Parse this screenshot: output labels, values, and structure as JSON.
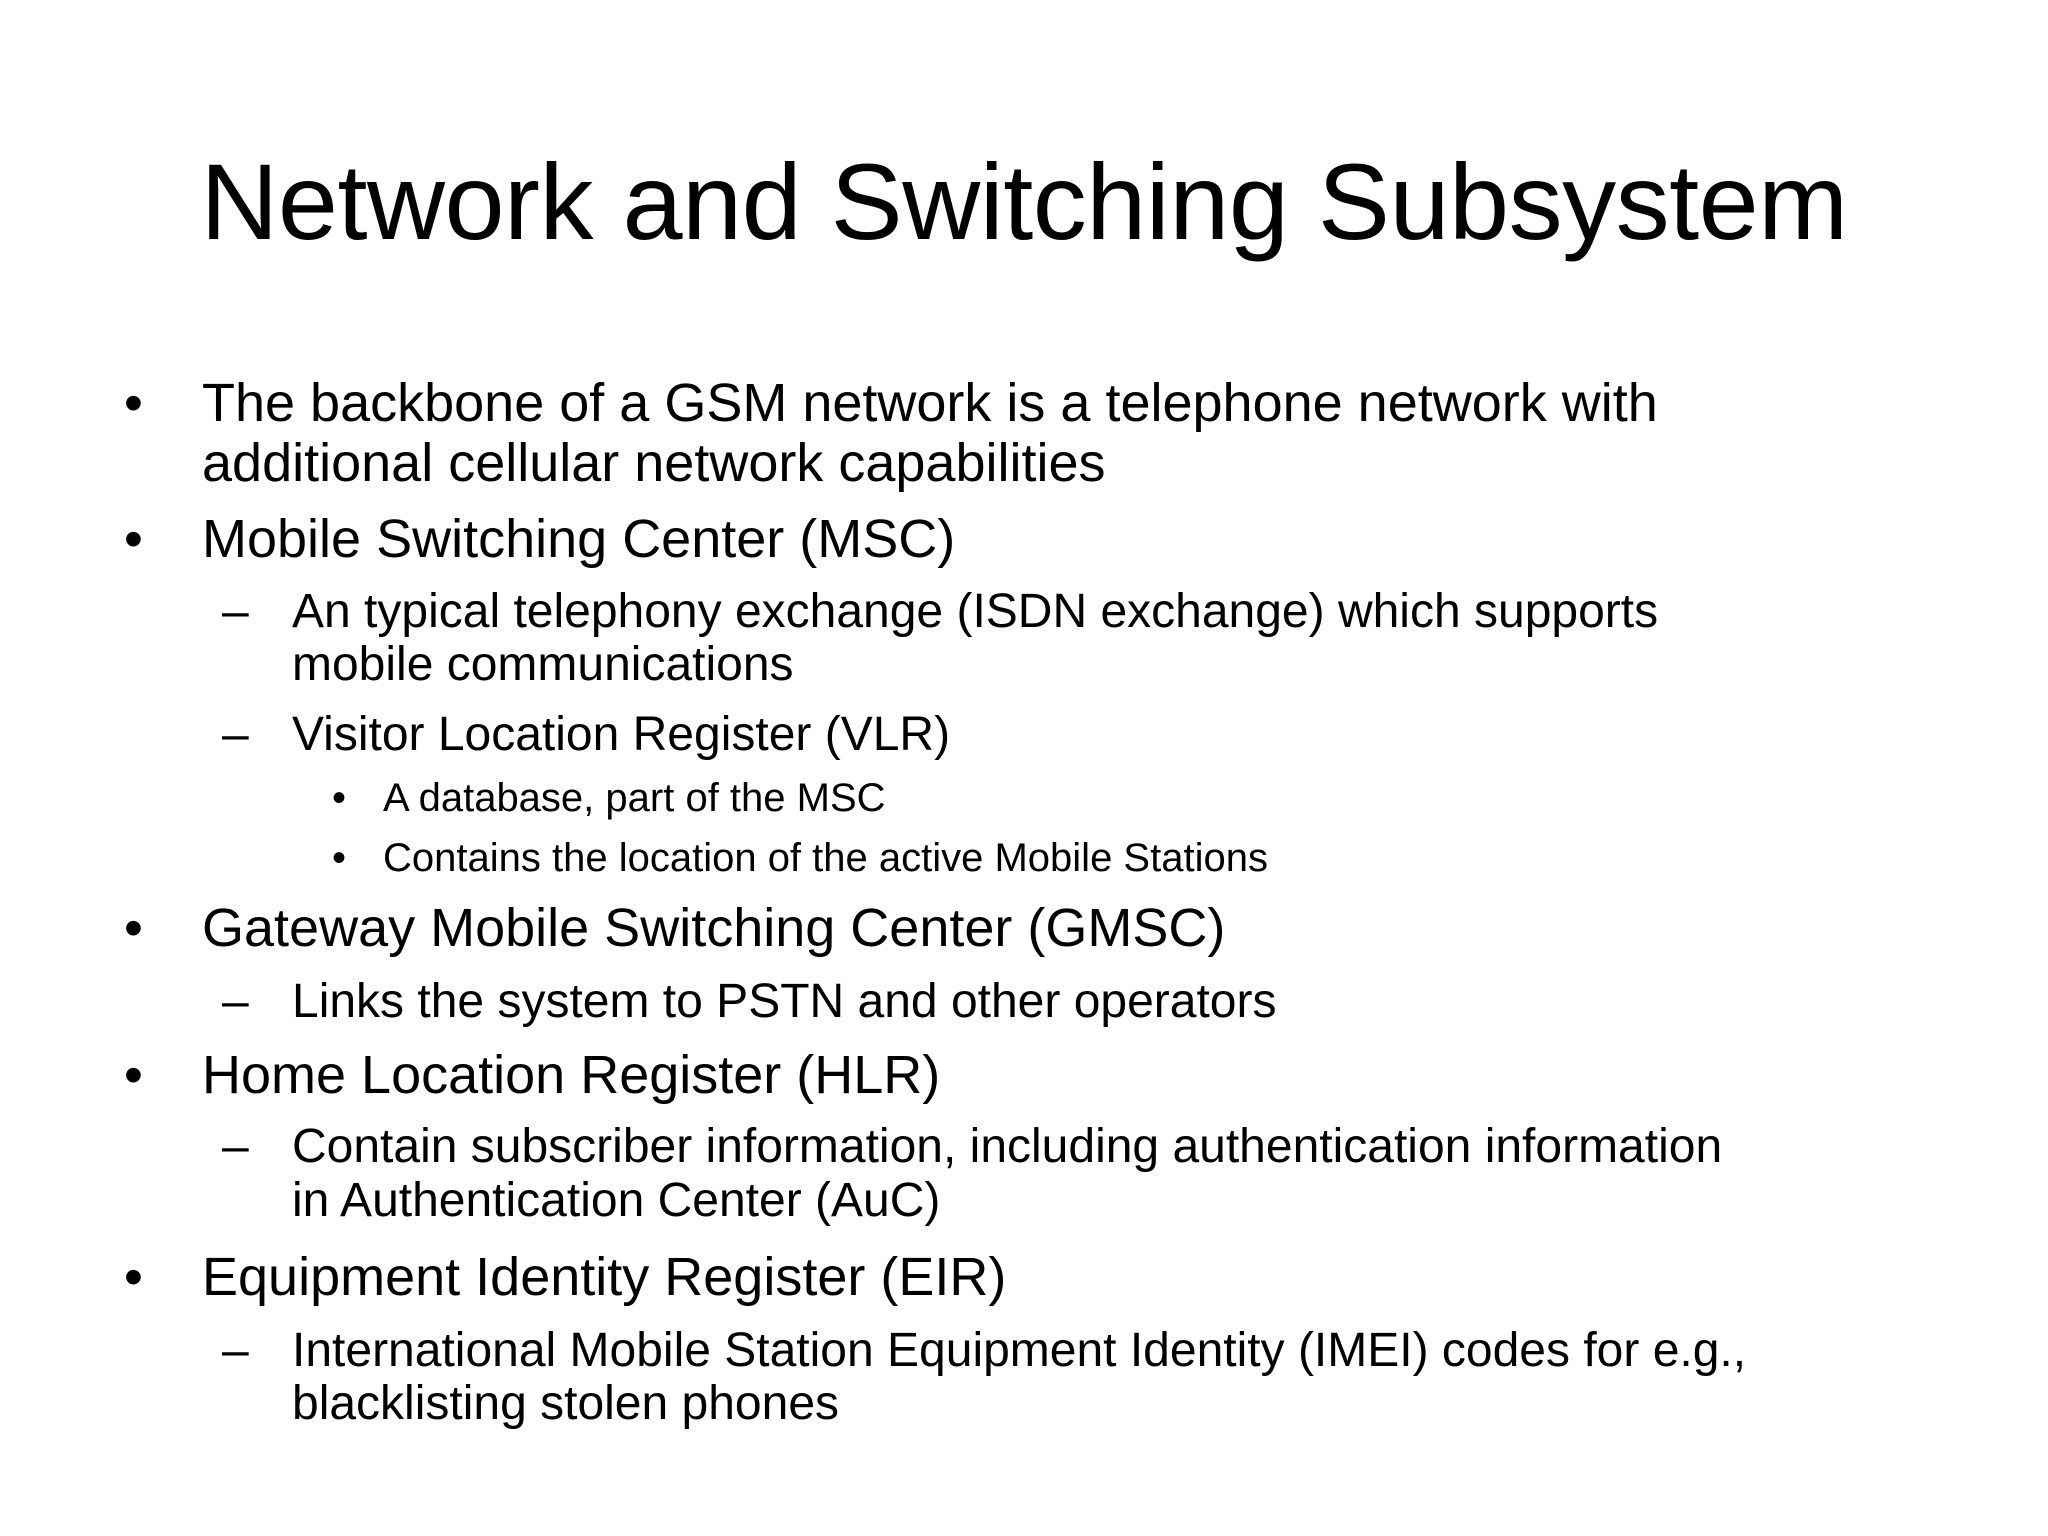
{
  "slide": {
    "title": "Network and Switching Subsystem",
    "bullet_glyph": "•",
    "dash_glyph": "–",
    "lines": {
      "b1_l1": "The backbone of a GSM network is a telephone network with",
      "b1_l2": "additional cellular network capabilities",
      "b2": "Mobile Switching Center (MSC)",
      "b2_s1_l1": "An typical telephony exchange (ISDN exchange) which supports",
      "b2_s1_l2": "mobile communications",
      "b2_s2": "Visitor Location Register (VLR)",
      "b2_s2_t1": "A database, part of the MSC",
      "b2_s2_t2": "Contains the location of the active Mobile Stations",
      "b3": "Gateway Mobile Switching Center (GMSC)",
      "b3_s1": "Links the system to PSTN and other operators",
      "b4": "Home Location Register (HLR)",
      "b4_s1_l1": "Contain subscriber information, including authentication information",
      "b4_s1_l2": "in Authentication Center (AuC)",
      "b5": "Equipment Identity Register (EIR)",
      "b5_s1_l1": "International Mobile Station Equipment Identity (IMEI) codes for e.g.,",
      "b5_s1_l2": "blacklisting stolen phones"
    }
  }
}
